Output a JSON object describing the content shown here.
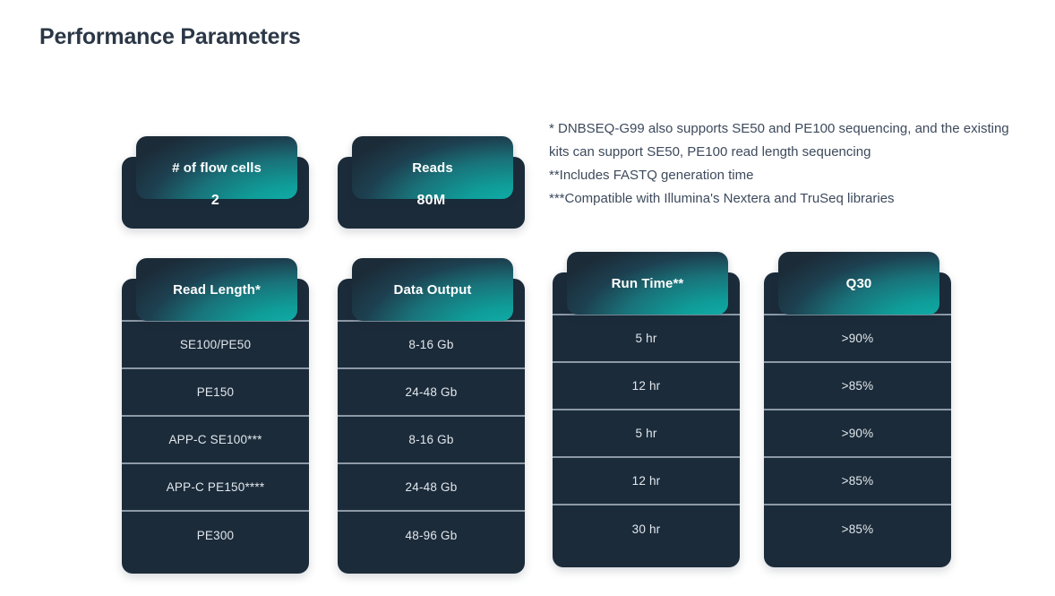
{
  "page": {
    "title": "Performance Parameters",
    "background": "#ffffff",
    "accent_teal": "#0f9d99",
    "card_dark": "#1b2b3a",
    "divider": "#8e99a6",
    "title_color": "#2b3746",
    "footnote_color": "#3d4a5c"
  },
  "stat_cards": [
    {
      "header": "# of flow cells",
      "value": "2"
    },
    {
      "header": "Reads",
      "value": "80M"
    }
  ],
  "table_cards": [
    {
      "header": "Read Length*",
      "rows": [
        "SE100/PE50",
        "PE150",
        "APP-C SE100***",
        "APP-C PE150****",
        "PE300"
      ]
    },
    {
      "header": "Data Output",
      "rows": [
        "8-16 Gb",
        "24-48 Gb",
        "8-16 Gb",
        "24-48 Gb",
        "48-96 Gb"
      ]
    },
    {
      "header": "Run Time**",
      "rows": [
        "5 hr",
        "12 hr",
        "5 hr",
        "12 hr",
        "30 hr"
      ]
    },
    {
      "header": "Q30",
      "rows": [
        ">90%",
        ">85%",
        ">90%",
        ">85%",
        ">85%"
      ]
    }
  ],
  "footnotes": [
    "* DNBSEQ-G99 also supports SE50 and PE100 sequencing, and the existing kits can support SE50, PE100 read length sequencing",
    "**Includes FASTQ generation time",
    "***Compatible with Illumina's Nextera and TruSeq libraries"
  ]
}
